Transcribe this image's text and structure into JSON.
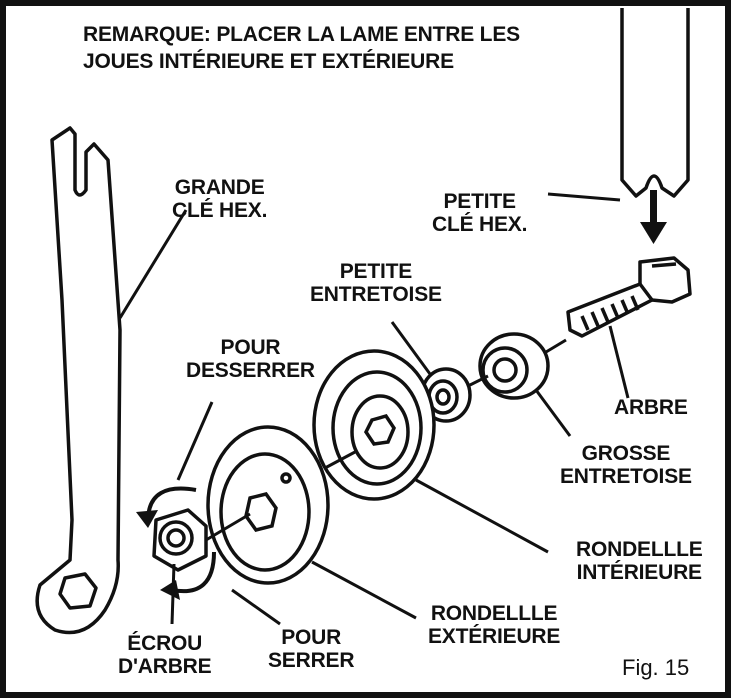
{
  "note": {
    "line1": "REMARQUE:  PLACER LA LAME ENTRE LES",
    "line2": "JOUES INTÉRIEURE ET EXTÉRIEURE"
  },
  "labels": {
    "grande_cle": [
      "GRANDE",
      "CLÉ HEX."
    ],
    "petite_cle": [
      "PETITE",
      "CLÉ HEX."
    ],
    "petite_entretoise": [
      "PETITE",
      "ENTRETOISE"
    ],
    "pour_desserrer": [
      "POUR",
      "DESSERRER"
    ],
    "arbre": "ARBRE",
    "grosse_entretoise": [
      "GROSSE",
      "ENTRETOISE"
    ],
    "rondelle_interieure": [
      "RONDELLLE",
      "INTÉRIEURE"
    ],
    "rondelle_exterieure": [
      "RONDELLLE",
      "EXTÉRIEURE"
    ],
    "pour_serrer": [
      "POUR",
      "SERRER"
    ],
    "ecrou_arbre": [
      "ÉCROU",
      "D'ARBRE"
    ]
  },
  "figure_number": "Fig. 15"
}
